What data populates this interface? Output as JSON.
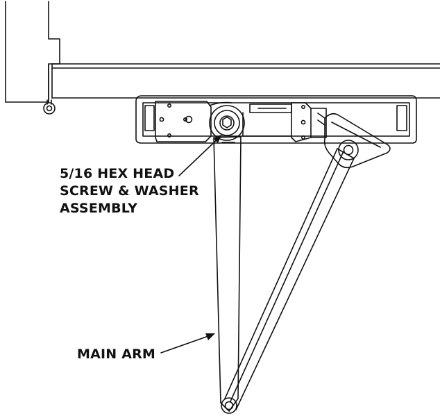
{
  "callouts": {
    "screw": {
      "lines": [
        "5/16 HEX HEAD",
        "SCREW & WASHER",
        "ASSEMBLY"
      ]
    },
    "main_arm": "MAIN ARM"
  },
  "colors": {
    "stroke": "#111111",
    "background": "#ffffff"
  }
}
